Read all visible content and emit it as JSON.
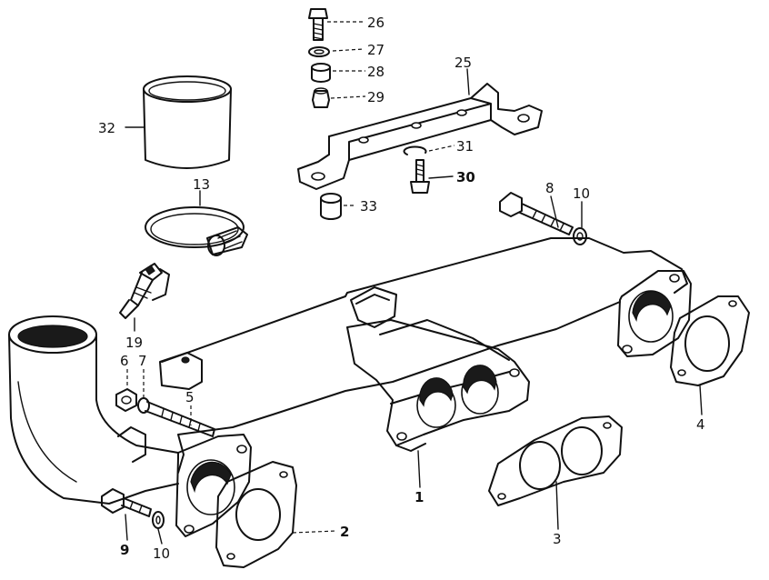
{
  "labels": {
    "l1": "1",
    "l2": "2",
    "l3": "3",
    "l4": "4",
    "l5": "5",
    "l6": "6",
    "l7": "7",
    "l8": "8",
    "l9": "9",
    "l10a": "10",
    "l10b": "10",
    "l13": "13",
    "l19": "19",
    "l25": "25",
    "l26": "26",
    "l27": "27",
    "l28": "28",
    "l29": "29",
    "l30": "30",
    "l31": "31",
    "l32": "32",
    "l33": "33"
  }
}
